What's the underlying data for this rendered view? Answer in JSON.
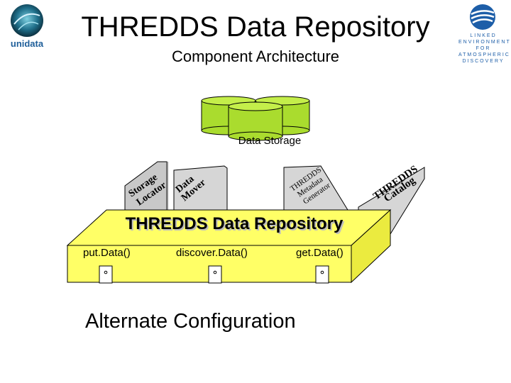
{
  "header": {
    "title": "THREDDS Data Repository",
    "subtitle": "Component Architecture",
    "logo_left_text": "unidata",
    "logo_right_text": "LINKED ENVIRONMENTS FOR ATMOSPHERIC DISCOVERY"
  },
  "diagram": {
    "storage_label": "Data Storage",
    "components": [
      {
        "line1": "Storage",
        "line2": "Locator"
      },
      {
        "line1": "Data",
        "line2": "Mover"
      },
      {
        "line1": "THREDDS",
        "line2": "Metadata",
        "line3": "Generator"
      },
      {
        "line1": "THREDDS",
        "line2": "Catalog"
      }
    ],
    "repository_label": "THREDDS Data Repository",
    "methods": [
      "put.Data()",
      "discover.Data()",
      "get.Data()"
    ],
    "alternate_label": "Alternate Configuration"
  },
  "colors": {
    "platform_yellow": "#ffff66",
    "platform_side": "#ebeb3f",
    "cylinder_green": "#aadc2e",
    "panel_gray": "#c8c8c8"
  }
}
